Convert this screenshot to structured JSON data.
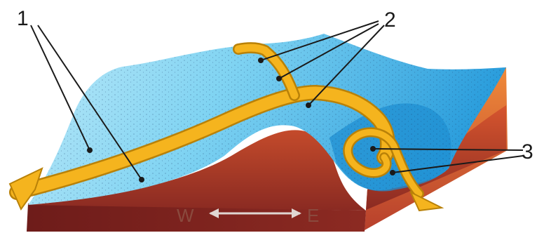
{
  "diagram": {
    "labels": {
      "one": "1",
      "two": "2",
      "three": "3"
    },
    "direction": {
      "west": "W",
      "east": "E"
    },
    "colors": {
      "background": "#ffffff",
      "terrain_front": "#8c2a22",
      "terrain_top": "#b8402c",
      "terrain_side": "#e06a30",
      "fluid_light": "#a8e0f4",
      "fluid_mid": "#5cc4ec",
      "fluid_deep": "#1f95d6",
      "flow_arrow": "#f5b41e",
      "flow_arrow_edge": "#b98108",
      "leader_line": "#1a1a1a"
    }
  }
}
